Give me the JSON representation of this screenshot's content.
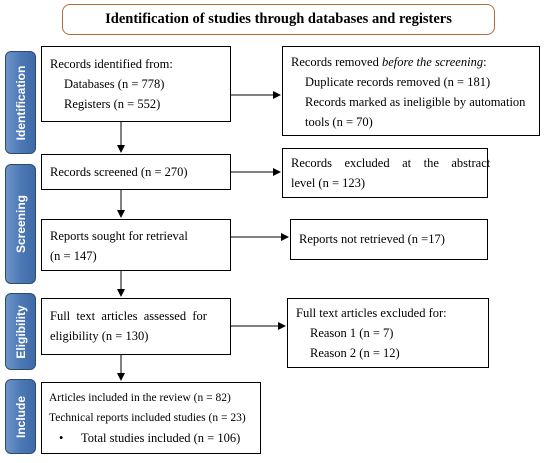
{
  "title": "Identification of studies through databases and registers",
  "phases": [
    "Identification",
    "Screening",
    "Eligibility",
    "Include"
  ],
  "identification": {
    "main": [
      "Records identified from:",
      "Databases (n = 778)",
      "Registers (n = 552)"
    ],
    "side_prefix": "Records removed ",
    "side_emph": "before the screening",
    "side_suffix": ":",
    "side": [
      "Duplicate records removed (n = 181)",
      "Records marked as ineligible by automation",
      "tools (n = 70)"
    ]
  },
  "screening": {
    "main": "Records screened (n = 270)",
    "side": [
      "Records    excluded    at    the    abstract",
      "level (n = 123)"
    ],
    "retrieval": [
      "Reports sought for retrieval",
      "(n = 147)"
    ],
    "not_retrieved": "Reports not retrieved (n =17)"
  },
  "eligibility": {
    "main": [
      "Full  text  articles  assessed  for",
      "eligibility (n = 130)"
    ],
    "side": [
      "Full text articles excluded for:",
      "Reason 1 (n = 7)",
      "Reason 2 (n = 12)"
    ]
  },
  "include": {
    "items": [
      "Articles included in the review (n = 82)",
      "Technical reports included studies (n = 23)",
      "Total studies included (n = 106)"
    ],
    "bullet": "•"
  }
}
